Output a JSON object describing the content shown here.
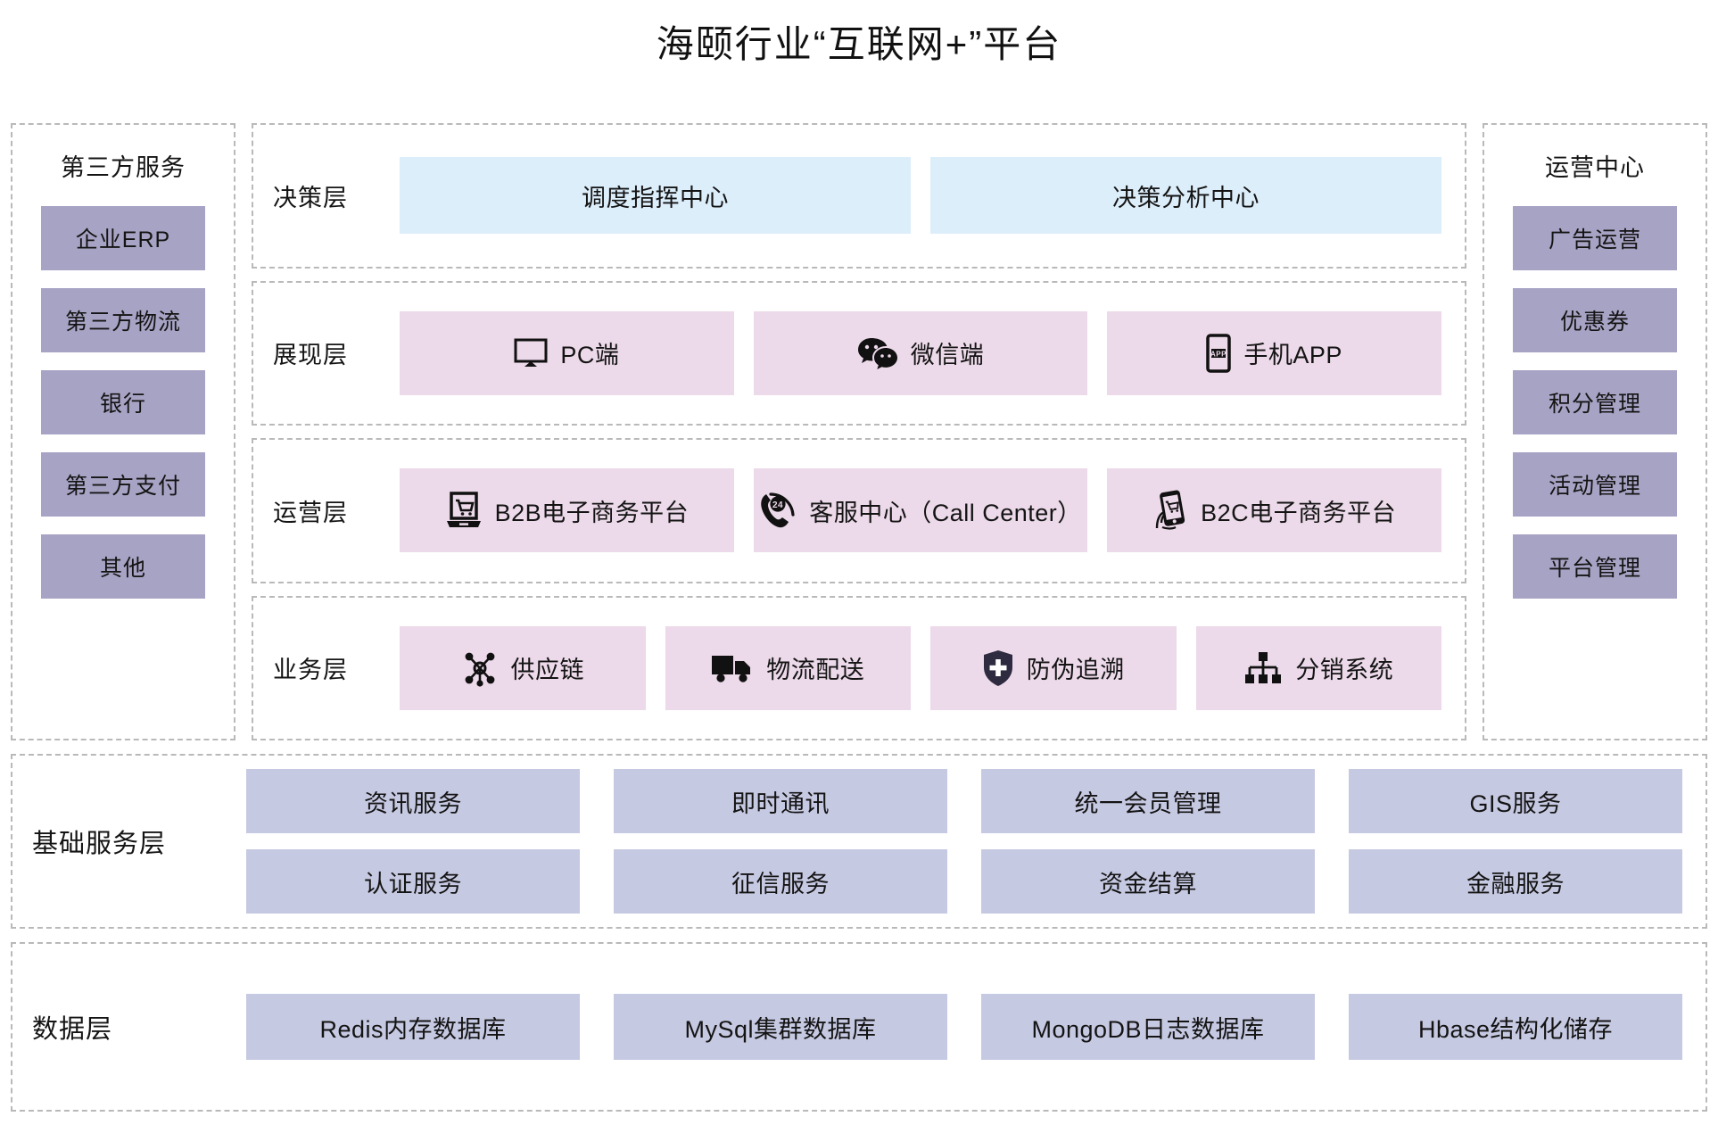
{
  "title": "海颐行业“互联网+”平台",
  "colors": {
    "sidebar_box": "#a7a3c4",
    "decision_box": "#ddeefb",
    "pink_box": "#ecd9e9",
    "service_box": "#c6c9e2",
    "dashed_border": "#b9b9b9",
    "text": "#141414"
  },
  "left_panel": {
    "title": "第三方服务",
    "items": [
      {
        "label": "企业ERP"
      },
      {
        "label": "第三方物流"
      },
      {
        "label": "银行"
      },
      {
        "label": "第三方支付"
      },
      {
        "label": "其他"
      }
    ]
  },
  "right_panel": {
    "title": "运营中心",
    "items": [
      {
        "label": "广告运营"
      },
      {
        "label": "优惠券"
      },
      {
        "label": "积分管理"
      },
      {
        "label": "活动管理"
      },
      {
        "label": "平台管理"
      }
    ]
  },
  "layers": [
    {
      "label": "决策层",
      "style": "blue",
      "cells": [
        {
          "label": "调度指挥中心",
          "icon": ""
        },
        {
          "label": "决策分析中心",
          "icon": ""
        }
      ]
    },
    {
      "label": "展现层",
      "style": "pink",
      "cells": [
        {
          "label": "PC端",
          "icon": "monitor-icon"
        },
        {
          "label": "微信端",
          "icon": "wechat-icon"
        },
        {
          "label": "手机APP",
          "icon": "mobile-app-icon"
        }
      ]
    },
    {
      "label": "运营层",
      "style": "pink",
      "cells": [
        {
          "label": "B2B电子商务平台",
          "icon": "laptop-cart-icon"
        },
        {
          "label": "客服中心（Call Center）",
          "icon": "phone-24-icon"
        },
        {
          "label": "B2C电子商务平台",
          "icon": "mobile-cart-icon"
        }
      ]
    },
    {
      "label": "业务层",
      "style": "pink",
      "cells": [
        {
          "label": "供应链",
          "icon": "network-nodes-icon"
        },
        {
          "label": "物流配送",
          "icon": "truck-icon"
        },
        {
          "label": "防伪追溯",
          "icon": "shield-plus-icon"
        },
        {
          "label": "分销系统",
          "icon": "hierarchy-icon"
        }
      ]
    }
  ],
  "base_service_layer": {
    "label": "基础服务层",
    "items": [
      {
        "label": "资讯服务"
      },
      {
        "label": "即时通讯"
      },
      {
        "label": "统一会员管理"
      },
      {
        "label": "GIS服务"
      },
      {
        "label": "认证服务"
      },
      {
        "label": "征信服务"
      },
      {
        "label": "资金结算"
      },
      {
        "label": "金融服务"
      }
    ]
  },
  "data_layer": {
    "label": "数据层",
    "items": [
      {
        "label": "Redis内存数据库"
      },
      {
        "label": "MySql集群数据库"
      },
      {
        "label": "MongoDB日志数据库"
      },
      {
        "label": "Hbase结构化储存"
      }
    ]
  }
}
